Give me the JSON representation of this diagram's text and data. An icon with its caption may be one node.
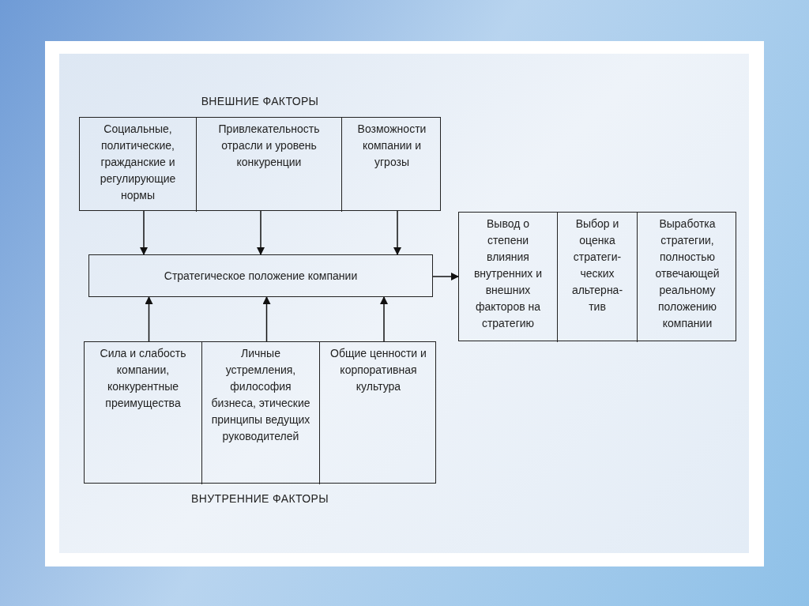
{
  "diagram": {
    "nodes": [
      {
        "text": [
          "ВНЕШНИЕ ФАКТОРЫ"
        ]
      },
      {
        "text": [
          "Социальные, политические, гражданские и регулирующие нормы"
        ],
        "in": 0
      },
      {
        "text": [
          "Привлекательность отрасли и уровень конкуренции"
        ],
        "in": 0
      },
      {
        "text": [
          "Возможности компании и угрозы"
        ],
        "in": 0
      },
      {
        "text": [
          "Стратегическое положение компании"
        ]
      },
      {
        "text": [
          "ВНУТРЕННИЕ ФАКТОРЫ"
        ]
      },
      {
        "text": [
          "Сила и слабость компании, конкурентные преимущества"
        ],
        "in": 5
      },
      {
        "text": [
          "Личные устремления, философия бизнеса, этические принципы ведущих руководителей"
        ],
        "in": 5
      },
      {
        "text": [
          "Общие ценности и корпоративная культура"
        ],
        "in": 5
      },
      {
        "text": [],
        "shape": "box"
      },
      {
        "text": [
          "Вывод о степени влияния внутренних и внешних факторов на стратегию"
        ],
        "in": 9
      },
      {
        "text": [
          "Выбор и оценка стратеги- ческих альтерна- тив"
        ],
        "in": 9
      },
      {
        "text": [
          "Выработка стратегии, полностью отвечающей реальному положению компании"
        ],
        "in": 9
      }
    ],
    "edges": [
      {
        "from": 1,
        "to": 4,
        "arrow": "to"
      },
      {
        "from": 2,
        "to": 4,
        "arrow": "to"
      },
      {
        "from": 3,
        "to": 4,
        "arrow": "to"
      },
      {
        "from": 6,
        "to": 4,
        "arrow": "to"
      },
      {
        "from": 7,
        "to": 4,
        "arrow": "to"
      },
      {
        "from": 8,
        "to": 4,
        "arrow": "to"
      },
      {
        "from": 4,
        "to": 9,
        "arrow": "to"
      }
    ]
  }
}
